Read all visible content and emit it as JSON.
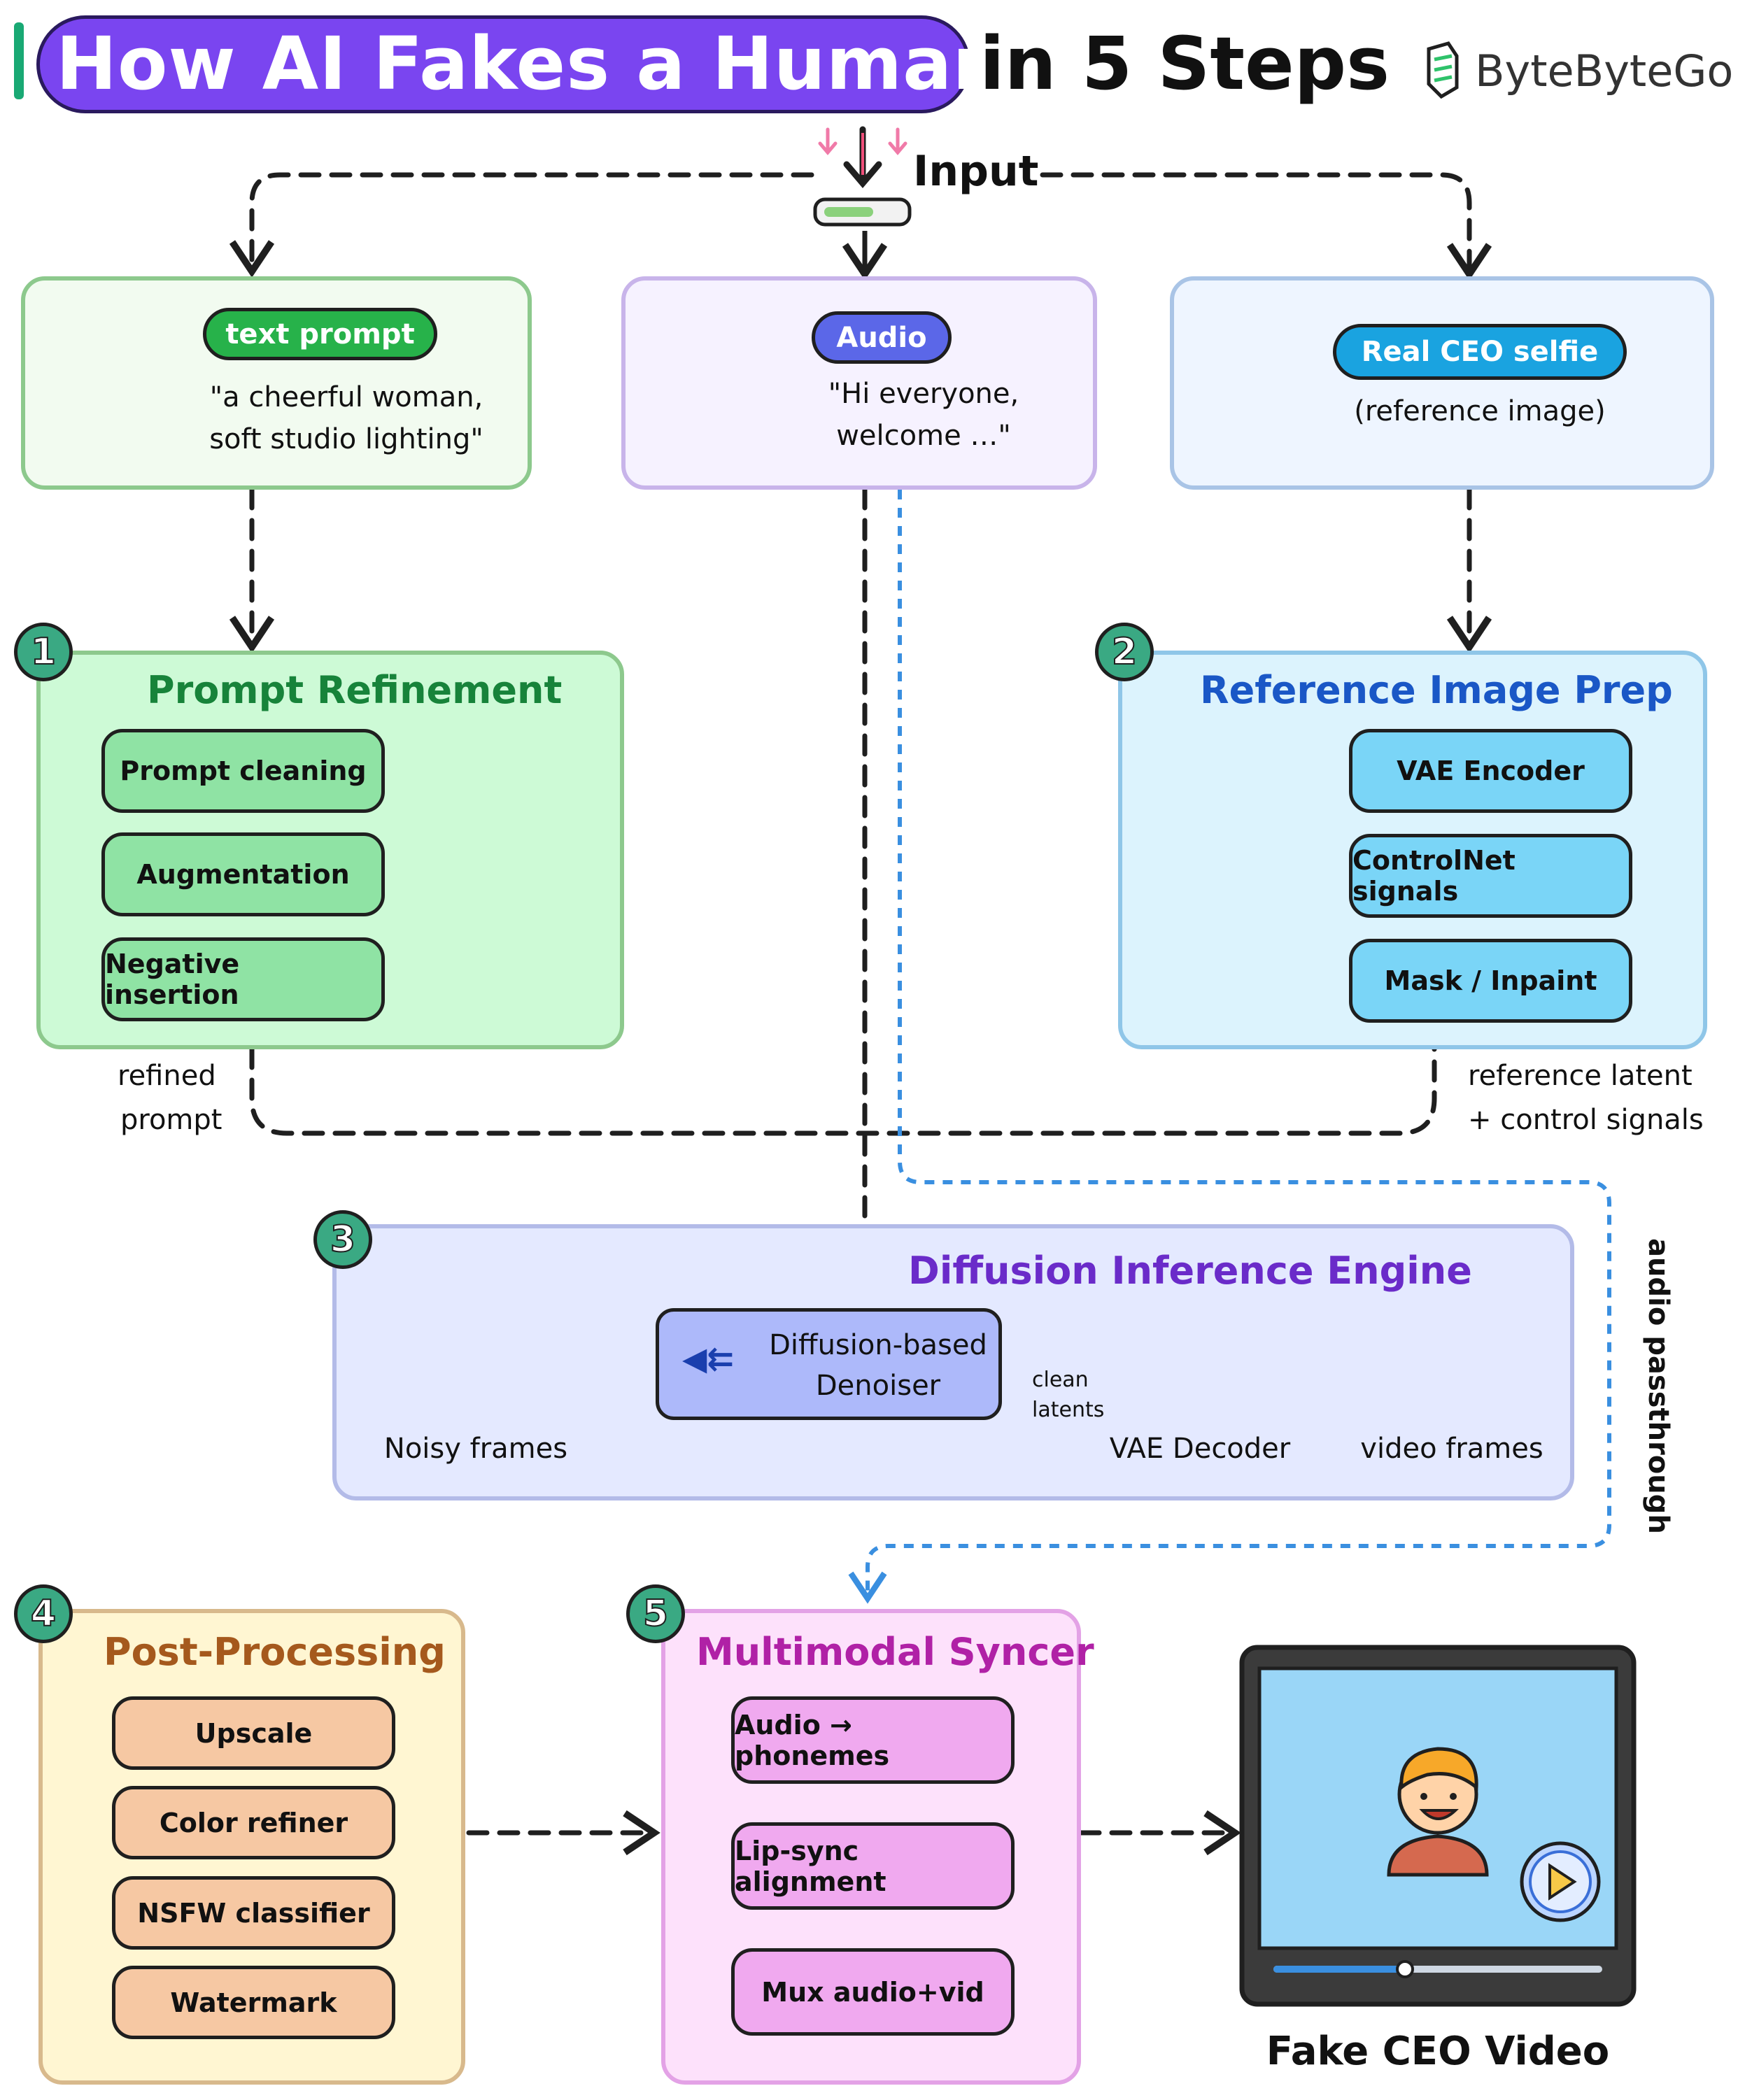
{
  "header": {
    "title_highlight": "How AI Fakes a Human",
    "title_rest": "in 5 Steps",
    "brand": "ByteByteGo",
    "colors": {
      "highlight": "#7a45f0",
      "accent_bar": "#19a974"
    }
  },
  "input_label": "Input",
  "inputs": {
    "text_prompt": {
      "tag": "text prompt",
      "quote_line1": "\"a cheerful woman,",
      "quote_line2": "soft studio lighting\""
    },
    "audio": {
      "tag": "Audio",
      "quote_line1": "\"Hi everyone,",
      "quote_line2": "welcome …\""
    },
    "selfie": {
      "tag": "Real CEO selfie",
      "caption": "(reference image)"
    }
  },
  "steps": {
    "s1": {
      "num": "1",
      "title": "Prompt Refinement",
      "items": [
        "Prompt cleaning",
        "Augmentation",
        "Negative insertion"
      ],
      "out_line1": "refined",
      "out_line2": "prompt"
    },
    "s2": {
      "num": "2",
      "title": "Reference Image Prep",
      "items": [
        "VAE Encoder",
        "ControlNet signals",
        "Mask / Inpaint"
      ],
      "out_line1": "reference latent",
      "out_line2": "+ control signals"
    },
    "s3": {
      "num": "3",
      "title": "Diffusion Inference Engine",
      "noisy": "Noisy frames",
      "denoiser_line1": "Diffusion-based",
      "denoiser_line2": "Denoiser",
      "clean_line1": "clean",
      "clean_line2": "latents",
      "decoder": "VAE Decoder",
      "video": "video frames"
    },
    "s4": {
      "num": "4",
      "title": "Post-Processing",
      "items": [
        "Upscale",
        "Color refiner",
        "NSFW classifier",
        "Watermark"
      ]
    },
    "s5": {
      "num": "5",
      "title": "Multimodal Syncer",
      "items": [
        "Audio → phonemes",
        "Lip-sync alignment",
        "Mux audio+vid"
      ]
    }
  },
  "audio_passthrough": "audio passthrough",
  "output": {
    "caption": "Fake CEO Video",
    "progress": 0.4
  }
}
